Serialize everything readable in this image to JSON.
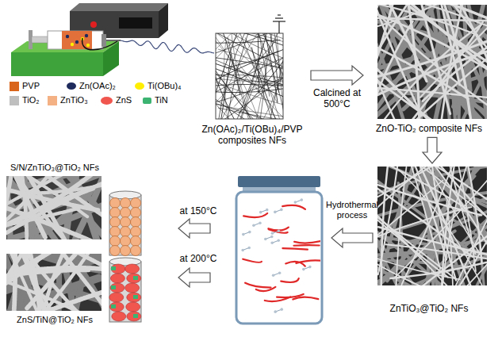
{
  "diagram": {
    "nodes": [
      {
        "text": [
          "Zn(OAc)₂/Ti(OBu)₄/PVP composites NFs"
        ]
      },
      {
        "text": [
          "ZnO-TiO₂ composite NFs"
        ]
      },
      {
        "text": [
          "ZnTiO₃@TiO₂ NFs"
        ]
      },
      {
        "text": [
          "S/N/ZnTiO₃@TiO₂ NFs"
        ]
      },
      {
        "text": [
          "ZnS/TiN@TiO₂ NFs"
        ]
      }
    ],
    "edges": [
      {
        "from": 0,
        "to": 1,
        "arrow": "to",
        "label": "Calcined at 500°C"
      },
      {
        "from": 1,
        "to": 2,
        "arrow": "to"
      }
    ],
    "labels": [
      "Hydrothermal process",
      "at 150°C",
      "at 200°C"
    ],
    "legend": [
      {
        "text": "PVP",
        "color": "#d9651c"
      },
      {
        "text": "Zn(OAc)₂",
        "color": "#1f2a5c"
      },
      {
        "text": "Ti(OBu)₄",
        "color": "#ffee00"
      },
      {
        "text": "TiO₂",
        "color": "#bfbfbf"
      },
      {
        "text": "ZnTiO₃",
        "color": "#f4b183"
      },
      {
        "text": "ZnS",
        "color": "#f0564e"
      },
      {
        "text": "TiN",
        "color": "#3cb371"
      }
    ]
  }
}
